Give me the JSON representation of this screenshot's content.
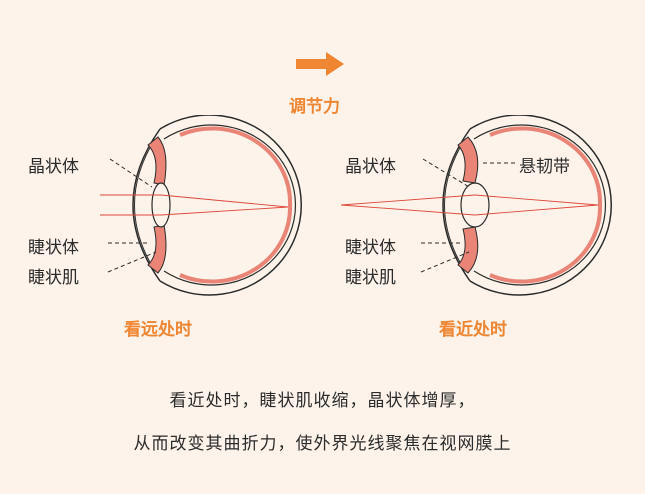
{
  "header": {
    "arrow_icon": "right-arrow-icon",
    "accommodation_label": "调节力"
  },
  "left_eye": {
    "lens_label": "晶状体",
    "ciliary_body_label": "睫状体",
    "ciliary_muscle_label": "睫状肌",
    "title": "看远处时"
  },
  "right_eye": {
    "lens_label": "晶状体",
    "zonule_label": "悬韧带",
    "ciliary_body_label": "睫状体",
    "ciliary_muscle_label": "睫状肌",
    "title": "看近处时"
  },
  "caption": {
    "line1": "看近处时，睫状肌收缩，晶状体增厚，",
    "line2": "从而改变其曲折力，使外界光线聚焦在视网膜上"
  },
  "colors": {
    "accent_orange": "#ef8633",
    "muscle_fill": "#e98476",
    "ray_red": "#e0473a",
    "outline": "#2b2b2b",
    "background": "#fdf3ea"
  }
}
